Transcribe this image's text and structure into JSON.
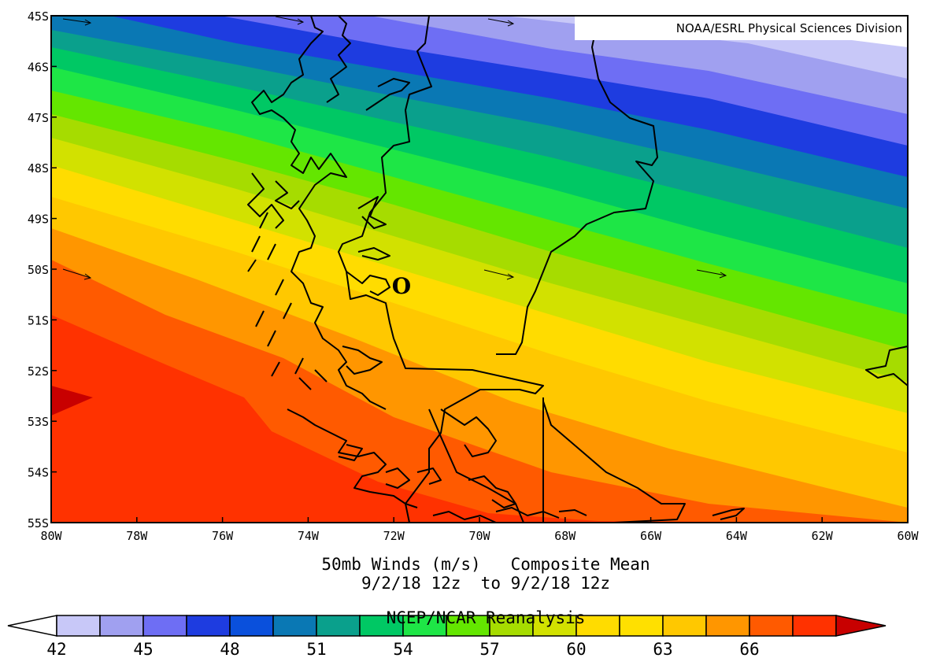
{
  "credit": "NOAA/ESRL Physical Sciences Division",
  "title_line1": "50mb Winds (m/s)   Composite Mean",
  "title_line2": "9/2/18 12z  to 9/2/18 12z",
  "title_line3": "NCEP/NCAR Reanalysis",
  "lat_labels": [
    "45S",
    "46S",
    "47S",
    "48S",
    "49S",
    "50S",
    "51S",
    "52S",
    "53S",
    "54S",
    "55S"
  ],
  "lon_labels": [
    "80W",
    "78W",
    "76W",
    "74W",
    "72W",
    "70W",
    "68W",
    "66W",
    "64W",
    "62W",
    "60W"
  ],
  "marker_label": "O",
  "colorbar": {
    "tick_labels": [
      "42",
      "45",
      "48",
      "51",
      "54",
      "57",
      "60",
      "63",
      "66"
    ],
    "colors": [
      "#ffffff",
      "#c8c8f8",
      "#a0a0f0",
      "#6e6ef4",
      "#1e3ce0",
      "#0a50dc",
      "#0a78b4",
      "#0aa08c",
      "#00c864",
      "#1ee646",
      "#64e600",
      "#a6dc00",
      "#d2e100",
      "#ffdc00",
      "#ffe000",
      "#ffc800",
      "#ff9600",
      "#ff5a00",
      "#ff3200",
      "#c80000"
    ]
  },
  "map_data": {
    "lon_range": [
      -80,
      -60
    ],
    "lat_range": [
      -55,
      -45
    ],
    "field": "50mb wind speed (m/s)",
    "contour_levels": [
      42,
      43.5,
      45,
      46.5,
      48,
      49.5,
      51,
      52.5,
      54,
      55.5,
      57,
      58.5,
      60,
      61.5,
      63,
      64.5,
      66
    ]
  }
}
